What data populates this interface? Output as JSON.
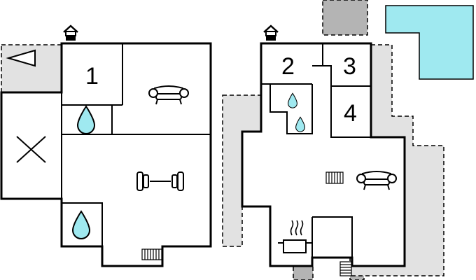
{
  "rooms": [
    {
      "id": "bedroom-1",
      "label": "1"
    },
    {
      "id": "bedroom-2",
      "label": "2"
    },
    {
      "id": "bedroom-3",
      "label": "3"
    },
    {
      "id": "bedroom-4",
      "label": "4"
    }
  ],
  "colors": {
    "wall": "#000000",
    "terrace": "#e2e2e2",
    "garage": "#b4b4b4",
    "pool": "#9fe9f0",
    "water_drop": "#9fe9f0",
    "background": "#ffffff"
  },
  "icons": [
    "entrance-house-icon",
    "bathroom-drop-icon",
    "sofa-icon",
    "fitness-dumbbell-icon",
    "stairs-icon",
    "sauna-icon",
    "kitchen-pot-icon",
    "radiator-icon",
    "direction-arrow-icon"
  ]
}
